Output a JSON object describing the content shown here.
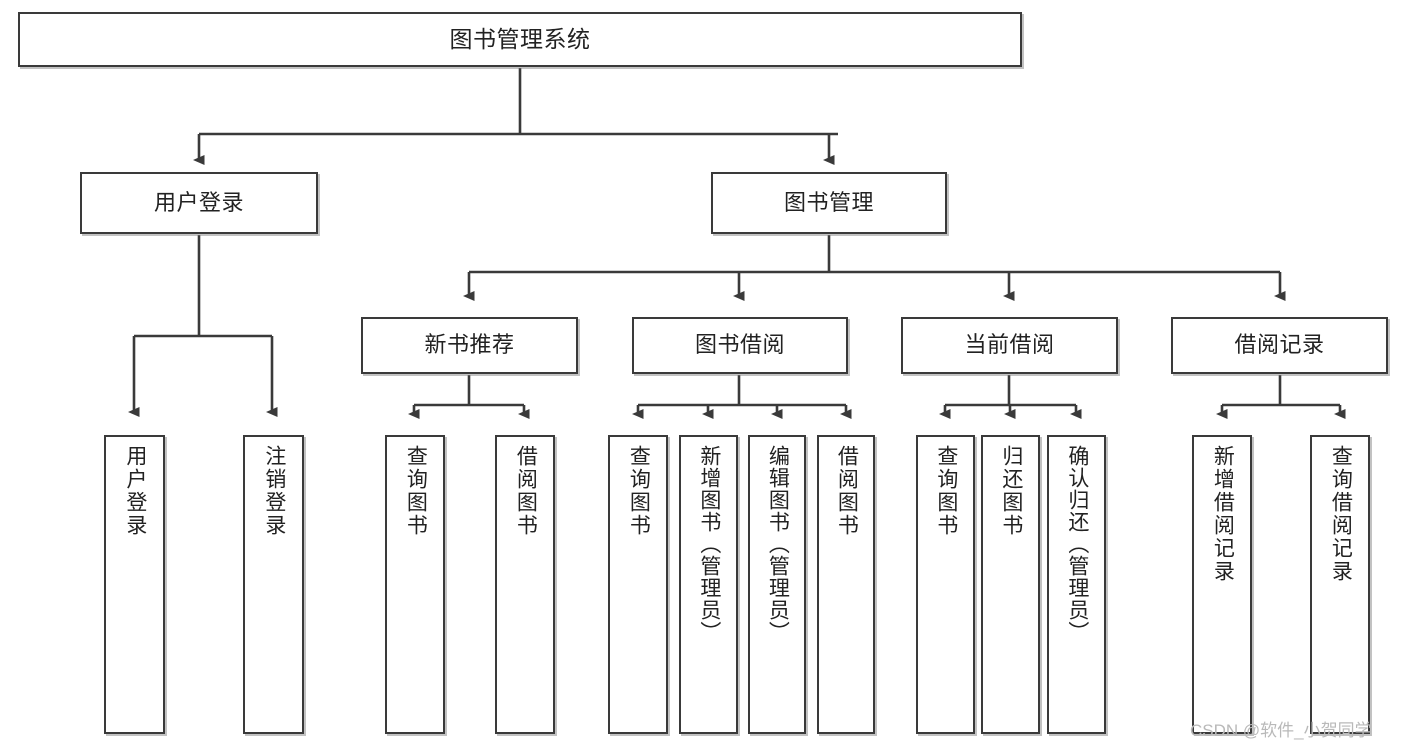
{
  "diagram": {
    "title": "图书管理系统",
    "type": "tree-hierarchy-flowchart",
    "stroke_color": "#3a3a3a",
    "fill_color": "#ffffff",
    "text_color": "#222222"
  },
  "root": {
    "label": "图书管理系统"
  },
  "level1": [
    {
      "label": "用户登录"
    },
    {
      "label": "图书管理"
    }
  ],
  "level2": [
    {
      "label": "新书推荐"
    },
    {
      "label": "图书借阅"
    },
    {
      "label": "当前借阅"
    },
    {
      "label": "借阅记录"
    }
  ],
  "leaves": {
    "user_login": [
      {
        "label": "用户登录"
      },
      {
        "label": "注销登录"
      }
    ],
    "new_books": [
      {
        "label": "查询图书"
      },
      {
        "label": "借阅图书"
      }
    ],
    "book_borrow": [
      {
        "label": "查询图书"
      },
      {
        "label": "新增图书（管理员）"
      },
      {
        "label": "编辑图书（管理员）"
      },
      {
        "label": "借阅图书"
      }
    ],
    "current_borrow": [
      {
        "label": "查询图书"
      },
      {
        "label": "归还图书"
      },
      {
        "label": "确认归还（管理员）"
      }
    ],
    "borrow_records": [
      {
        "label": "新增借阅记录"
      },
      {
        "label": "查询借阅记录"
      }
    ]
  },
  "watermark": {
    "text": "CSDN @软件_小贺同学"
  }
}
